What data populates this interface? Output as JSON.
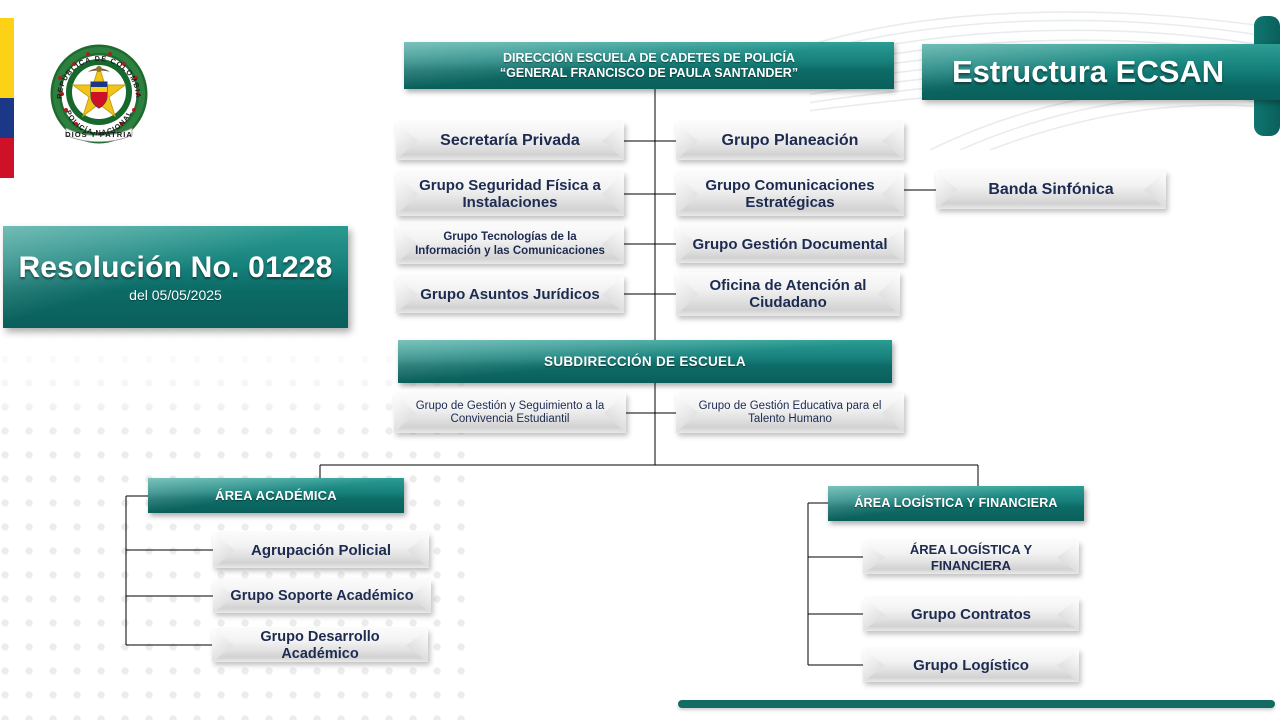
{
  "title": {
    "text": "Estructura ECSAN"
  },
  "emblem": {
    "top_text": "REPÚBLICA DE COLOMBIA",
    "bottom_text": "POLICÍA  NACIONAL",
    "motto": "DIOS Y PATRIA"
  },
  "resolution": {
    "main": "Resolución No. 01228",
    "sub": "del 05/05/2025"
  },
  "colors": {
    "teal_dark": "#0a5f5b",
    "teal_light": "#2a9d93",
    "box_text": "#1d2b51",
    "flag_yellow": "#FCD116",
    "flag_blue": "#1B3787",
    "flag_red": "#CE1126"
  },
  "chart_data": {
    "type": "diagram",
    "title": "Estructura ECSAN",
    "root": "DIRECCIÓN ESCUELA DE CADETES DE POLICÍA “GENERAL FRANCISCO DE PAULA SANTANDER”",
    "nodes": [
      {
        "id": "direccion",
        "label": "DIRECCIÓN ESCUELA DE CADETES DE POLICÍA",
        "label2": "“GENERAL FRANCISCO DE PAULA SANTANDER”",
        "level": 0,
        "style": "teal"
      },
      {
        "id": "secretaria-privada",
        "label": "Secretaría Privada",
        "level": 1,
        "style": "grey",
        "column": "left"
      },
      {
        "id": "grupo-planeacion",
        "label": "Grupo Planeación",
        "level": 1,
        "style": "grey",
        "column": "right"
      },
      {
        "id": "grupo-seguridad-fisica",
        "label": "Grupo Seguridad Física a Instalaciones",
        "level": 1,
        "style": "grey",
        "column": "left"
      },
      {
        "id": "grupo-comunicaciones-estrategicas",
        "label": "Grupo Comunicaciones Estratégicas",
        "level": 1,
        "style": "grey",
        "column": "right"
      },
      {
        "id": "banda-sinfonica",
        "label": "Banda Sinfónica",
        "level": 2,
        "style": "grey",
        "column": "far-right",
        "parent": "grupo-comunicaciones-estrategicas"
      },
      {
        "id": "grupo-tecnologias",
        "label": "Grupo Tecnologías de la Información y las Comunicaciones",
        "level": 1,
        "style": "grey",
        "column": "left"
      },
      {
        "id": "grupo-gestion-documental",
        "label": "Grupo Gestión Documental",
        "level": 1,
        "style": "grey",
        "column": "right"
      },
      {
        "id": "grupo-asuntos-juridicos",
        "label": "Grupo Asuntos Jurídicos",
        "level": 1,
        "style": "grey",
        "column": "left"
      },
      {
        "id": "oficina-atencion-ciudadano",
        "label": "Oficina de Atención al Ciudadano",
        "level": 1,
        "style": "grey",
        "column": "right"
      },
      {
        "id": "subdireccion",
        "label": "SUBDIRECCIÓN DE ESCUELA",
        "level": 2,
        "style": "teal"
      },
      {
        "id": "grupo-convivencia",
        "label": "Grupo de Gestión y Seguimiento a la Convivencia Estudiantil",
        "level": 3,
        "style": "grey",
        "column": "left",
        "parent": "subdireccion"
      },
      {
        "id": "grupo-talento-humano",
        "label": "Grupo de Gestión Educativa para el Talento Humano",
        "level": 3,
        "style": "grey",
        "column": "right",
        "parent": "subdireccion"
      },
      {
        "id": "area-academica",
        "label": "ÁREA ACADÉMICA",
        "level": 4,
        "style": "teal",
        "parent": "subdireccion"
      },
      {
        "id": "agrupacion-policial",
        "label": "Agrupación Policial",
        "level": 5,
        "style": "grey",
        "parent": "area-academica"
      },
      {
        "id": "grupo-soporte-academico",
        "label": "Grupo Soporte Académico",
        "level": 5,
        "style": "grey",
        "parent": "area-academica"
      },
      {
        "id": "grupo-desarrollo-academico",
        "label": "Grupo Desarrollo Académico",
        "level": 5,
        "style": "grey",
        "parent": "area-academica"
      },
      {
        "id": "area-logistica-financiera",
        "label": "ÁREA LOGÍSTICA Y FINANCIERA",
        "level": 4,
        "style": "teal",
        "parent": "subdireccion"
      },
      {
        "id": "area-logistica-financiera-sub",
        "label": "ÁREA LOGÍSTICA Y FINANCIERA",
        "level": 5,
        "style": "grey",
        "parent": "area-logistica-financiera"
      },
      {
        "id": "grupo-contratos",
        "label": "Grupo Contratos",
        "level": 5,
        "style": "grey",
        "parent": "area-logistica-financiera"
      },
      {
        "id": "grupo-logistico",
        "label": "Grupo Logístico",
        "level": 5,
        "style": "grey",
        "parent": "area-logistica-financiera"
      }
    ]
  },
  "boxes": {
    "direccion_line1": "DIRECCIÓN ESCUELA DE CADETES DE POLICÍA",
    "direccion_line2": "“GENERAL FRANCISCO DE PAULA SANTANDER”",
    "secretaria_privada": "Secretaría Privada",
    "grupo_planeacion": "Grupo Planeación",
    "grupo_seguridad_l1": "Grupo Seguridad Física a",
    "grupo_seguridad_l2": "Instalaciones",
    "grupo_comunicaciones_l1": "Grupo Comunicaciones",
    "grupo_comunicaciones_l2": "Estratégicas",
    "banda_sinfonica": "Banda Sinfónica",
    "grupo_tecnologias_l1": "Grupo Tecnologías de la",
    "grupo_tecnologias_l2": "Información y las Comunicaciones",
    "grupo_gestion_documental": "Grupo Gestión Documental",
    "grupo_asuntos_juridicos": "Grupo Asuntos Jurídicos",
    "oficina_atencion_l1": "Oficina de Atención al",
    "oficina_atencion_l2": "Ciudadano",
    "subdireccion": "SUBDIRECCIÓN DE ESCUELA",
    "grupo_convivencia_l1": "Grupo de Gestión y Seguimiento a la",
    "grupo_convivencia_l2": "Convivencia Estudiantil",
    "grupo_talento_l1": "Grupo de Gestión Educativa para el",
    "grupo_talento_l2": "Talento Humano",
    "area_academica": "ÁREA ACADÉMICA",
    "agrupacion_policial": "Agrupación Policial",
    "grupo_soporte_academico": "Grupo Soporte Académico",
    "grupo_desarrollo_academico": "Grupo Desarrollo Académico",
    "area_logistica": "ÁREA LOGÍSTICA Y FINANCIERA",
    "area_logistica_sub": "ÁREA LOGÍSTICA Y FINANCIERA",
    "grupo_contratos": "Grupo Contratos",
    "grupo_logistico": "Grupo Logístico"
  }
}
